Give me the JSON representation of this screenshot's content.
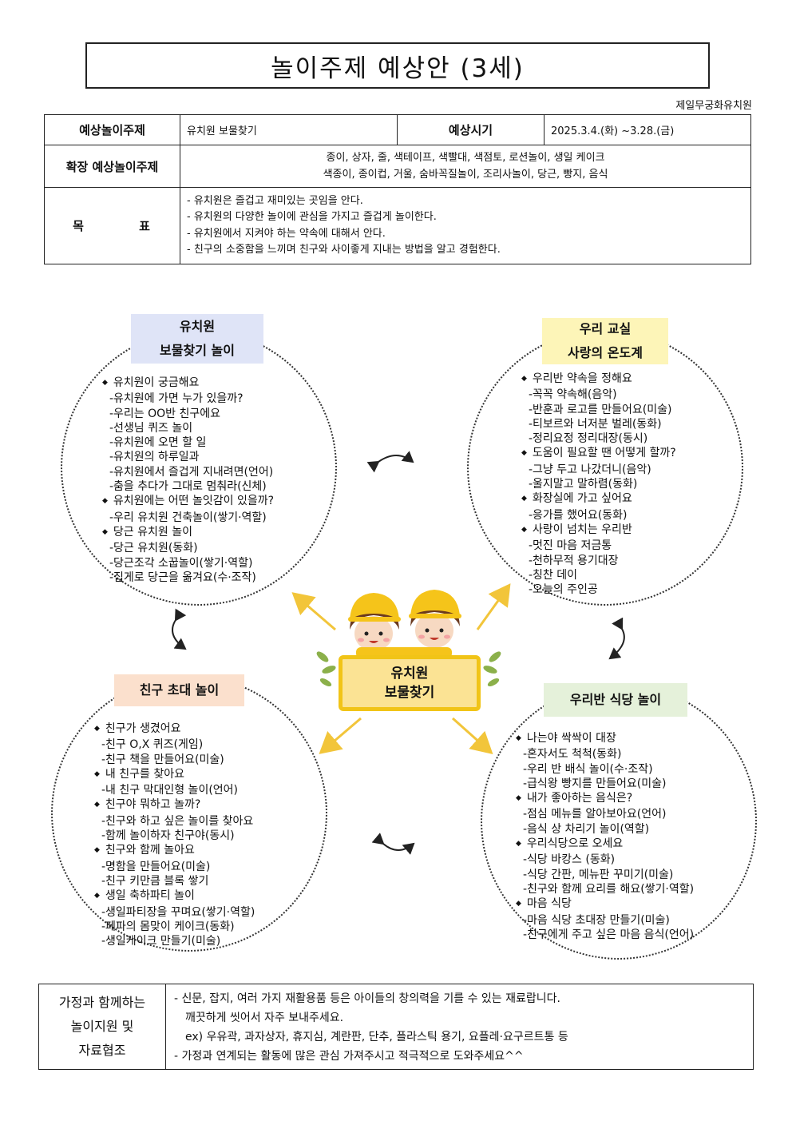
{
  "header": {
    "title": "놀이주제 예상안 (3세)",
    "school": "제일무궁화유치원"
  },
  "info": {
    "theme_label": "예상놀이주제",
    "theme_value": "유치원 보물찾기",
    "period_label": "예상시기",
    "period_value": "2025.3.4.(화) ~3.28.(금)",
    "ext_label": "확장 예상놀이주제",
    "ext_line1": "종이, 상자, 줄, 색테이프, 색빨대, 색점토, 로션놀이, 생일 케이크",
    "ext_line2": "색종이, 종이컵, 거울, 숨바꼭질놀이, 조리사놀이, 당근, 빵지, 음식",
    "goal_label": "목 표",
    "goals": [
      "- 유치원은 즐겁고 재미있는 곳임을 안다.",
      "- 유치원의 다양한 놀이에 관심을 가지고 즐겁게 놀이한다.",
      "- 유치원에서 지켜야 하는 약속에 대해서 안다.",
      "- 친구의 소중함을 느끼며 친구와 사이좋게 지내는 방법을 알고 경험한다."
    ]
  },
  "center": {
    "line1": "유치원",
    "line2": "보물찾기"
  },
  "topics": {
    "tl": {
      "title1": "유치원",
      "title2": "보물찾기 놀이",
      "color": "#dfe4f7",
      "items": [
        {
          "t": "h",
          "x": "유치원이 궁금해요"
        },
        {
          "t": "s",
          "x": "-유치원에 가면 누가 있을까?"
        },
        {
          "t": "s",
          "x": "-우리는 OO반 친구에요"
        },
        {
          "t": "s",
          "x": "-선생님 퀴즈 놀이"
        },
        {
          "t": "s",
          "x": "-유치원에 오면 할 일"
        },
        {
          "t": "s",
          "x": "-유치원의 하루일과"
        },
        {
          "t": "s",
          "x": "-유치원에서 즐겁게 지내려면(언어)"
        },
        {
          "t": "s",
          "x": "-춤을 추다가 그대로 멈춰라(신체)"
        },
        {
          "t": "h",
          "x": "유치원에는 어떤 놀잇감이 있을까?"
        },
        {
          "t": "s",
          "x": "-우리 유치원 건축놀이(쌓기·역할)"
        },
        {
          "t": "h",
          "x": "당근 유치원 놀이"
        },
        {
          "t": "s",
          "x": "-당근 유치원(동화)"
        },
        {
          "t": "s",
          "x": "-당근조각 소꿉놀이(쌓기·역할)"
        },
        {
          "t": "s",
          "x": "-집게로 당근을 옮겨요(수·조작)"
        }
      ]
    },
    "tr": {
      "title1": "우리 교실",
      "title2": "사랑의 온도계",
      "color": "#fdf5b8",
      "items": [
        {
          "t": "h",
          "x": "우리반 약속을 정해요"
        },
        {
          "t": "s",
          "x": "-꼭꼭 약속해(음악)"
        },
        {
          "t": "s",
          "x": "-반훈과 로고를 만들어요(미술)"
        },
        {
          "t": "s",
          "x": "-티보르와 너저분 벌레(동화)"
        },
        {
          "t": "s",
          "x": "-정리요정 정리대장(동시)"
        },
        {
          "t": "h",
          "x": "도움이 필요할 땐 어떻게 할까?"
        },
        {
          "t": "s",
          "x": "-그냥 두고 나갔더니(음악)"
        },
        {
          "t": "s",
          "x": "-울지말고 말하렴(동화)"
        },
        {
          "t": "h",
          "x": "화장실에 가고 싶어요"
        },
        {
          "t": "s",
          "x": "-응가를 했어요(동화)"
        },
        {
          "t": "h",
          "x": "사랑이 넘치는 우리반"
        },
        {
          "t": "s",
          "x": "-멋진 마음 저금통"
        },
        {
          "t": "s",
          "x": "-천하무적 용기대장"
        },
        {
          "t": "s",
          "x": "-칭찬 데이"
        },
        {
          "t": "s",
          "x": "-오늘의 주인공"
        }
      ]
    },
    "bl": {
      "title1": "친구 초대 놀이",
      "title2": "",
      "color": "#fbe0cd",
      "items": [
        {
          "t": "h",
          "x": "친구가 생겼어요"
        },
        {
          "t": "s",
          "x": "-친구 O,X 퀴즈(게임)"
        },
        {
          "t": "s",
          "x": "-친구 책을 만들어요(미술)"
        },
        {
          "t": "h",
          "x": "내 친구를 찾아요"
        },
        {
          "t": "s",
          "x": "-내 친구 막대인형 놀이(언어)"
        },
        {
          "t": "h",
          "x": "친구야 뭐하고 놀까?"
        },
        {
          "t": "s",
          "x": "-친구와 하고 싶은 놀이를 찾아요"
        },
        {
          "t": "s",
          "x": "-함께 놀이하자 친구야(동시)"
        },
        {
          "t": "h",
          "x": "친구와 함께 놀아요"
        },
        {
          "t": "s",
          "x": "-명함을 만들어요(미술)"
        },
        {
          "t": "s",
          "x": "-친구 키만큼 블록 쌓기"
        },
        {
          "t": "h",
          "x": "생일 축하파티 놀이"
        },
        {
          "t": "s",
          "x": "-생일파티장을 꾸며요(쌓기·역할)"
        },
        {
          "t": "s",
          "x": "-페파의 몸맞이 케이크(동화)"
        },
        {
          "t": "s",
          "x": "-생일케이크 만들기(미술)"
        }
      ]
    },
    "br": {
      "title1": "우리반 식당 놀이",
      "title2": "",
      "color": "#e5f1da",
      "items": [
        {
          "t": "h",
          "x": "나는야 싹싹이 대장"
        },
        {
          "t": "s",
          "x": "-혼자서도 척척(동화)"
        },
        {
          "t": "s",
          "x": "-우리 반 배식 놀이(수·조작)"
        },
        {
          "t": "s",
          "x": "-급식왕 빵지를 만들어요(미술)"
        },
        {
          "t": "h",
          "x": "내가 좋아하는 음식은?"
        },
        {
          "t": "s",
          "x": "-점심 메뉴를 알아보아요(언어)"
        },
        {
          "t": "s",
          "x": "-음식 상 차리기 놀이(역할)"
        },
        {
          "t": "h",
          "x": "우리식당으로 오세요"
        },
        {
          "t": "s",
          "x": "-식당 바캉스 (동화)"
        },
        {
          "t": "s",
          "x": "-식당 간판, 메뉴판 꾸미기(미술)"
        },
        {
          "t": "s",
          "x": "-친구와 함께 요리를 해요(쌓기·역할)"
        },
        {
          "t": "h",
          "x": "마음 식당"
        },
        {
          "t": "s",
          "x": "-마음 식당 초대장 만들기(미술)"
        },
        {
          "t": "s",
          "x": "-친구에게 주고 싶은 마음 음식(언어)"
        }
      ]
    }
  },
  "bottom": {
    "label1": "가정과 함께하는",
    "label2": "놀이지원 및",
    "label3": "자료협조",
    "line1": "- 신문, 잡지, 여러 가지 재활용품 등은 아이들의 창의력을 기를 수 있는 재료랍니다.",
    "line2": "깨끗하게 씻어서 자주 보내주세요.",
    "line3": "ex) 우유곽, 과자상자, 휴지심, 계란판, 단추, 플라스틱 용기, 요플레·요구르트통 등",
    "line4": "- 가정과 연계되는 활동에 많은 관심 가져주시고 적극적으로 도와주세요^^"
  },
  "colors": {
    "arrow": "#f2c53a",
    "center_fill": "#fbe394",
    "center_border": "#f1c417"
  }
}
